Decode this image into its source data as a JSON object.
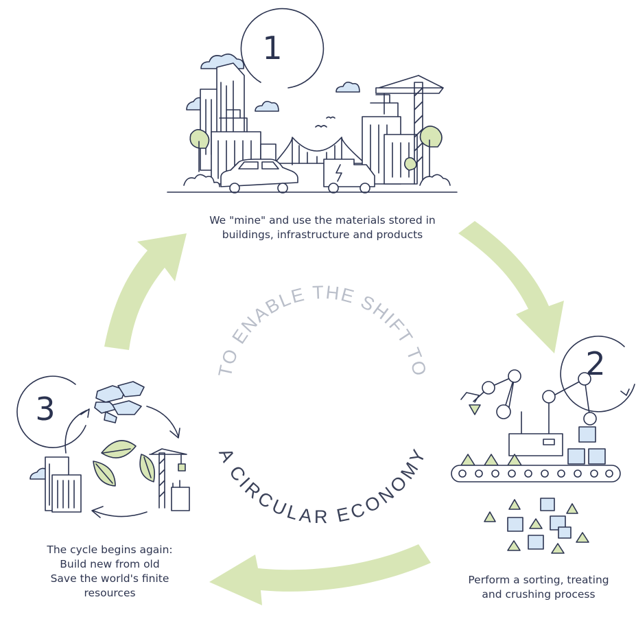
{
  "center_text": {
    "arc_top": "TO ENABLE THE SHIFT TO",
    "arc_bottom": "A CIRCULAR ECONOMY"
  },
  "steps": [
    {
      "number": "1",
      "caption_lines": [
        "We \"mine\" and use the materials stored in",
        "buildings, infrastructure and products"
      ]
    },
    {
      "number": "2",
      "caption_lines": [
        "Perform a sorting, treating",
        "and crushing process"
      ]
    },
    {
      "number": "3",
      "caption_lines": [
        "The cycle begins again:",
        "Build new from old",
        "Save the world's finite",
        "resources"
      ]
    }
  ],
  "colors": {
    "line": "#2b3350",
    "green_fill": "#d7e6b4",
    "blue_fill": "#d6e6f6",
    "center_text": "#b4b9c4"
  }
}
